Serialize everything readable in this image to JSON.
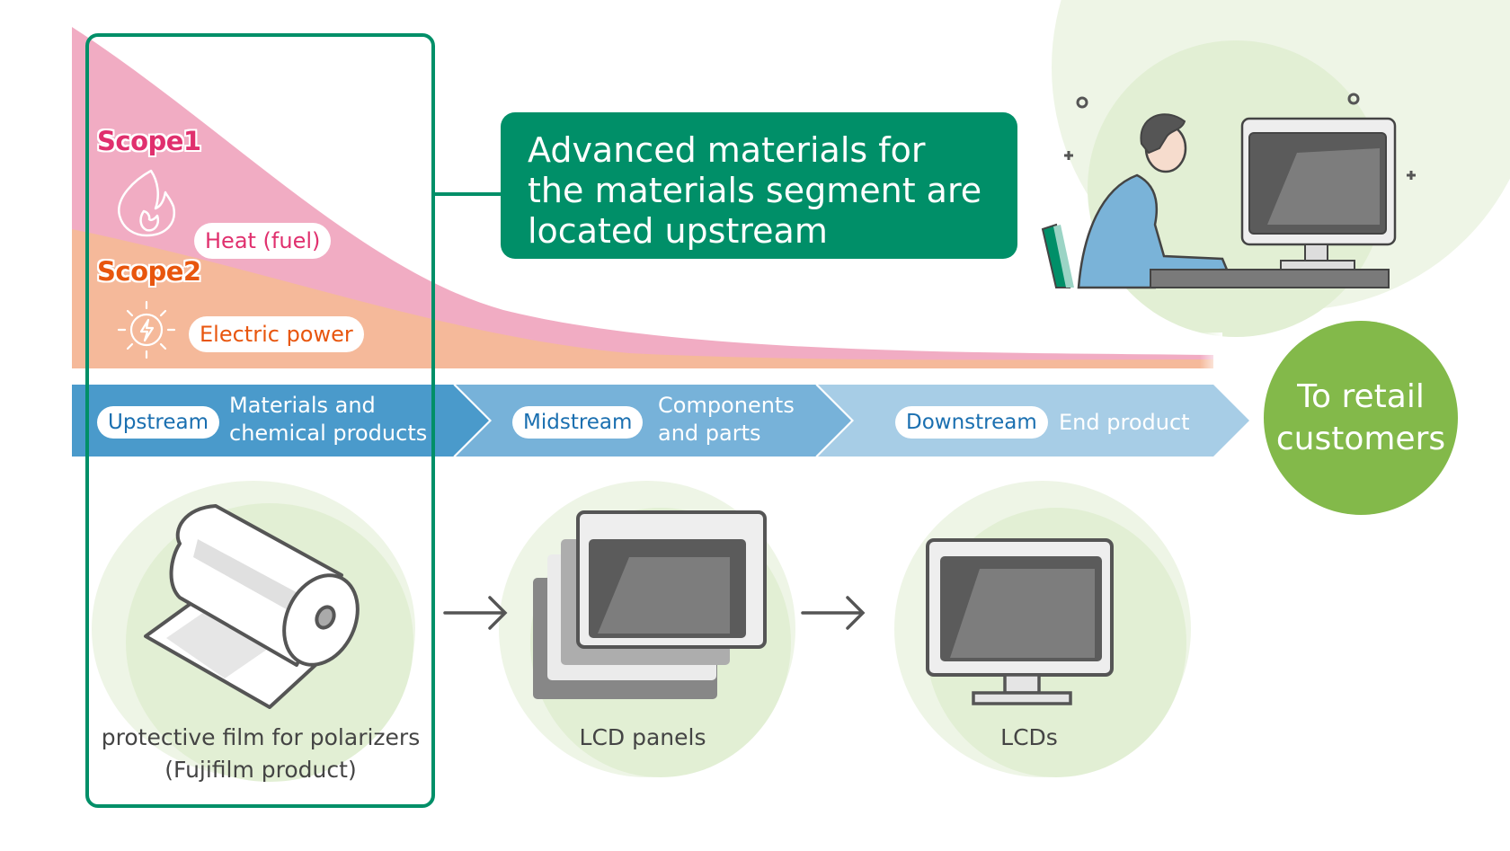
{
  "emissions": {
    "scope1": {
      "label": "Scope1",
      "source_label": "Heat (fuel)",
      "icon": "flame-icon",
      "color": "#e0306e",
      "fill": "#f1acc3"
    },
    "scope2": {
      "label": "Scope2",
      "source_label": "Electric power",
      "icon": "lightning-sun-icon",
      "color": "#e8560e",
      "fill": "#f5b99a"
    }
  },
  "callout": {
    "text": "Advanced materials for the materials segment are located upstream",
    "color": "#008f68"
  },
  "supply_chain": {
    "stages": [
      {
        "name": "Upstream",
        "description": "Materials and\nchemical products",
        "color": "#4a9acb"
      },
      {
        "name": "Midstream",
        "description": "Components\nand parts",
        "color": "#77b2d9"
      },
      {
        "name": "Downstream",
        "description": "End product",
        "color": "#a7cde6"
      }
    ],
    "destination": "To retail\ncustomers",
    "destination_color": "#83b94a"
  },
  "products": [
    {
      "label": "protective film for polarizers\n(Fujifilm product)",
      "icon": "film-roll-icon"
    },
    {
      "label": "LCD panels",
      "icon": "lcd-panels-icon"
    },
    {
      "label": "LCDs",
      "icon": "lcd-monitor-icon"
    }
  ],
  "illustration": {
    "icon": "person-at-computer-icon"
  }
}
